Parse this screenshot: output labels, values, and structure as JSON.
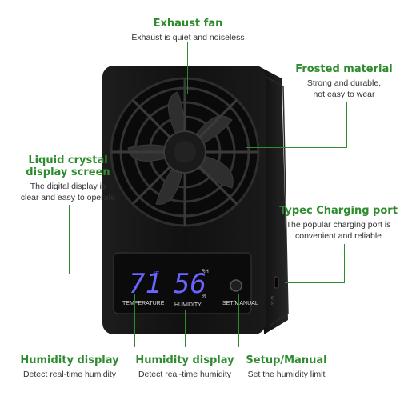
{
  "callouts": {
    "exhaust_fan": {
      "title": "Exhaust fan",
      "desc": "Exhaust is quiet and noiseless"
    },
    "frosted_material": {
      "title": "Frosted material",
      "desc": [
        "Strong and durable,",
        "not easy to wear"
      ]
    },
    "lcd_screen": {
      "title": [
        "Liquid crystal",
        "display screen"
      ],
      "desc": [
        "The digital display is",
        "clear and easy to operate"
      ]
    },
    "typec_port": {
      "title": "Typec Charging port",
      "desc": [
        "The popular charging port is",
        "convenient and reliable"
      ]
    },
    "humidity_display_left": {
      "title": "Humidity display",
      "desc": "Detect real-time humidity"
    },
    "humidity_display_mid": {
      "title": "Humidity display",
      "desc": "Detect real-time humidity"
    },
    "setup_manual": {
      "title": "Setup/Manual",
      "desc": "Set the humidity limit"
    }
  },
  "device": {
    "temperature_value": "71",
    "temperature_unit": "°F",
    "temperature_label": "TEMPERATURE",
    "humidity_value": "56",
    "humidity_unit_top": "RH",
    "humidity_unit_bottom": "%",
    "humidity_label": "HUMIDITY",
    "set_label": "SET/MANUAL",
    "port_text": "5V 1A"
  },
  "colors": {
    "accent": "#2e8b2e",
    "device_body": "#141414",
    "lcd_digits": "#6a63ff"
  }
}
